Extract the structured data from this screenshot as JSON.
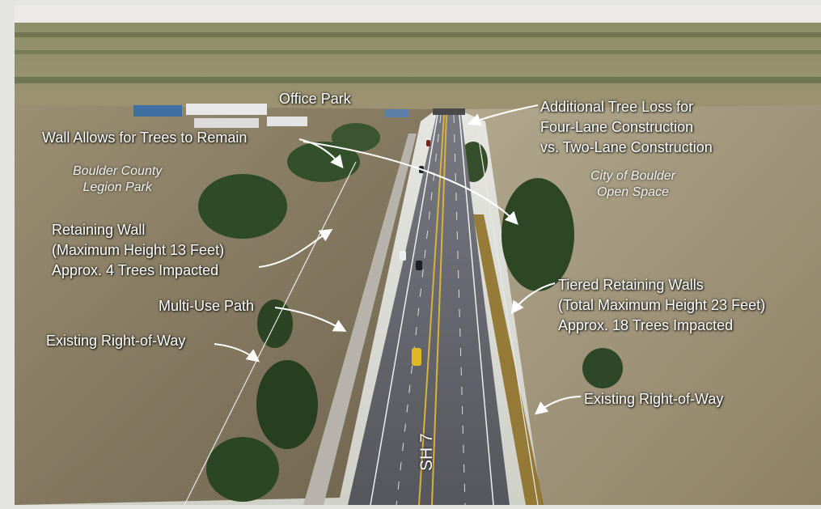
{
  "labels": {
    "office_park": "Office Park",
    "additional_tree_loss": [
      "Additional Tree Loss for",
      "Four-Lane Construction",
      "vs. Two-Lane Construction"
    ],
    "wall_allows_trees": "Wall Allows for Trees to Remain",
    "boulder_county": [
      "Boulder County",
      "Legion Park"
    ],
    "city_of_boulder": [
      "City of Boulder",
      "Open Space"
    ],
    "retaining_wall": [
      "Retaining Wall",
      "(Maximum Height 13 Feet)",
      "Approx. 4 Trees Impacted"
    ],
    "tiered_walls": [
      "Tiered Retaining Walls",
      "(Total Maximum Height 23 Feet)",
      "Approx. 18 Trees Impacted"
    ],
    "multi_use_path": "Multi-Use Path",
    "existing_row_left": "Existing Right-of-Way",
    "existing_row_right": "Existing Right-of-Way",
    "road_name": "SH 7"
  },
  "colors": {
    "annotation_text": "#ffffff",
    "vegetation": "#2f4a26",
    "field": "#a5987a",
    "pavement": "#5e6066"
  }
}
